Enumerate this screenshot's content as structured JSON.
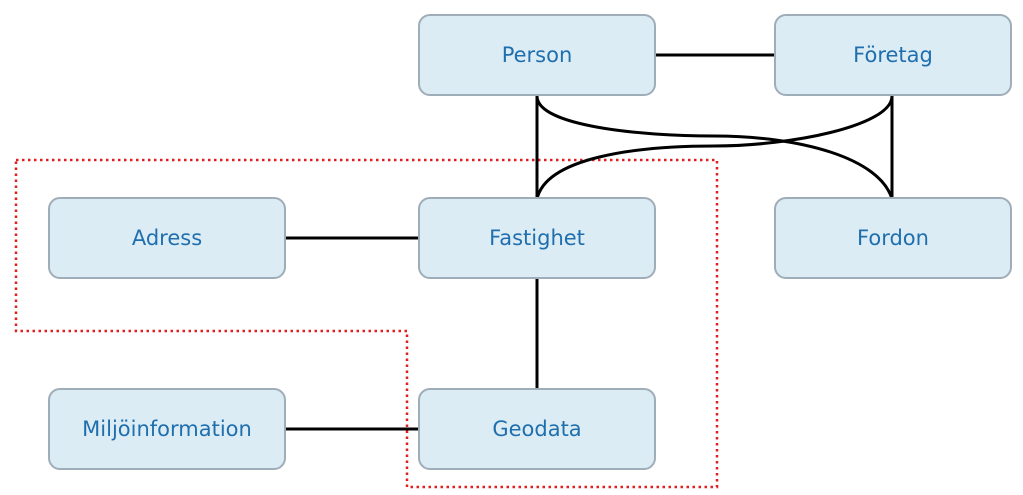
{
  "nodes": {
    "person": "Person",
    "foretag": "Företag",
    "adress": "Adress",
    "fastighet": "Fastighet",
    "fordon": "Fordon",
    "miljoinformation": "Miljöinformation",
    "geodata": "Geodata"
  },
  "edges": [
    [
      "person",
      "foretag"
    ],
    [
      "person",
      "fastighet"
    ],
    [
      "person",
      "fordon"
    ],
    [
      "foretag",
      "fastighet"
    ],
    [
      "foretag",
      "fordon"
    ],
    [
      "adress",
      "fastighet"
    ],
    [
      "fastighet",
      "geodata"
    ],
    [
      "miljoinformation",
      "geodata"
    ]
  ],
  "highlight_group": [
    "adress",
    "fastighet",
    "geodata"
  ],
  "colors": {
    "node_fill": "#dcecf5",
    "node_border": "#9fadb9",
    "node_text": "#1f6fae",
    "edge": "#000000",
    "highlight_border": "#e02020"
  }
}
